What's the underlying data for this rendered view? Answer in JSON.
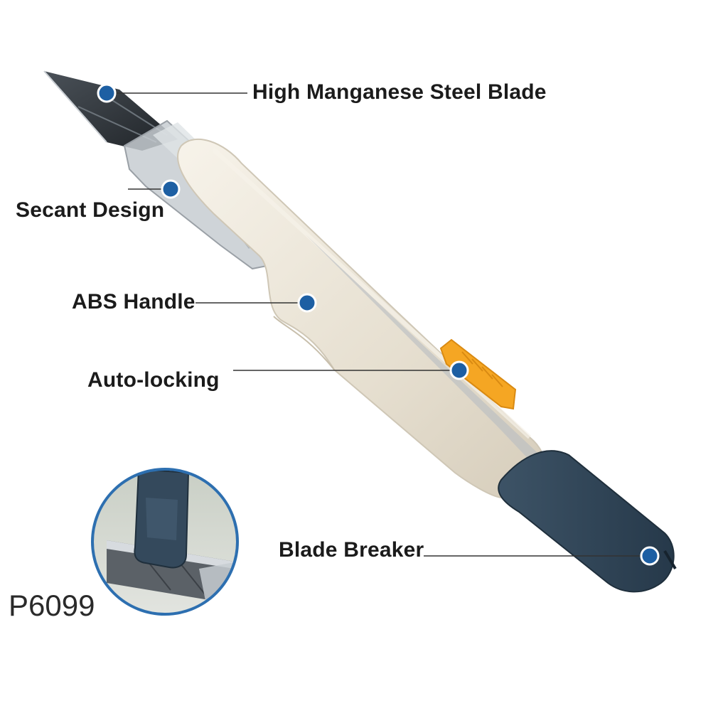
{
  "callouts": {
    "blade": "High Manganese Steel Blade",
    "secant": "Secant Design",
    "handle": "ABS Handle",
    "lock": "Auto-locking",
    "breaker": "Blade Breaker"
  },
  "model_code": "P6099",
  "colors": {
    "dot": "#1d5fa3",
    "handle": "#ebe5d8",
    "end_cap": "#34495c",
    "slider": "#f5a623",
    "blade": "#2b2f33",
    "clear_holder": "#b9bec3",
    "inset_border": "#2d6fb0"
  },
  "icons": [
    "callout-dot-icon"
  ]
}
